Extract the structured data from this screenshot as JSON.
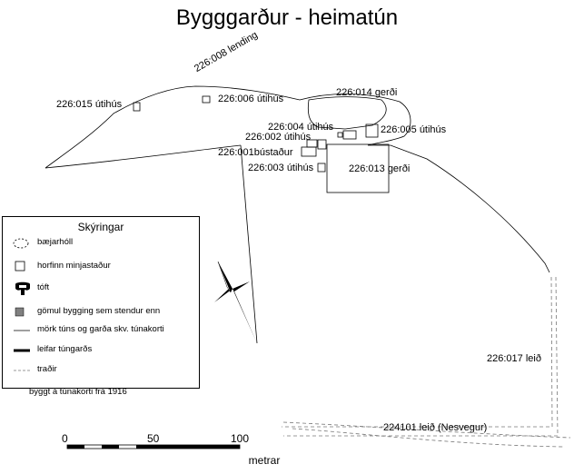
{
  "title": "Bygggarður - heimatún",
  "sites": {
    "s008": "226:008 lending",
    "s015": "226:015 útihús",
    "s006": "226:006 útihús",
    "s014": "226:014 gerði",
    "s004": "226:004 útihús",
    "s005": "226:005 útihús",
    "s002": "226:002 útihús",
    "s001": "226:001bústaður",
    "s003": "226:003 útihús",
    "s013": "226:013 gerði",
    "s017": "226:017 leið",
    "s224101": "224101 leið (Nesvegur)"
  },
  "legend": {
    "title": "Skýringar",
    "items": [
      {
        "label": "bæjarhóll",
        "symbol": "dashed-ellipse"
      },
      {
        "label": "horfinn minjastaður",
        "symbol": "hollow-square"
      },
      {
        "label": "tóft",
        "symbol": "ruin-outline"
      },
      {
        "label": "gömul bygging sem stendur enn",
        "symbol": "filled-gray-square"
      },
      {
        "label": "mörk túns og garða skv. túnakorti",
        "symbol": "thin-line"
      },
      {
        "label": "leifar túngarðs",
        "symbol": "thick-line"
      },
      {
        "label": "traðir",
        "symbol": "dashed-line"
      }
    ]
  },
  "credit": "byggt á túnakorti frá 1916",
  "scale": {
    "ticks": [
      "0",
      "50",
      "100"
    ],
    "unit": "metrar"
  },
  "north_arrow_icon": "north-arrow-icon"
}
